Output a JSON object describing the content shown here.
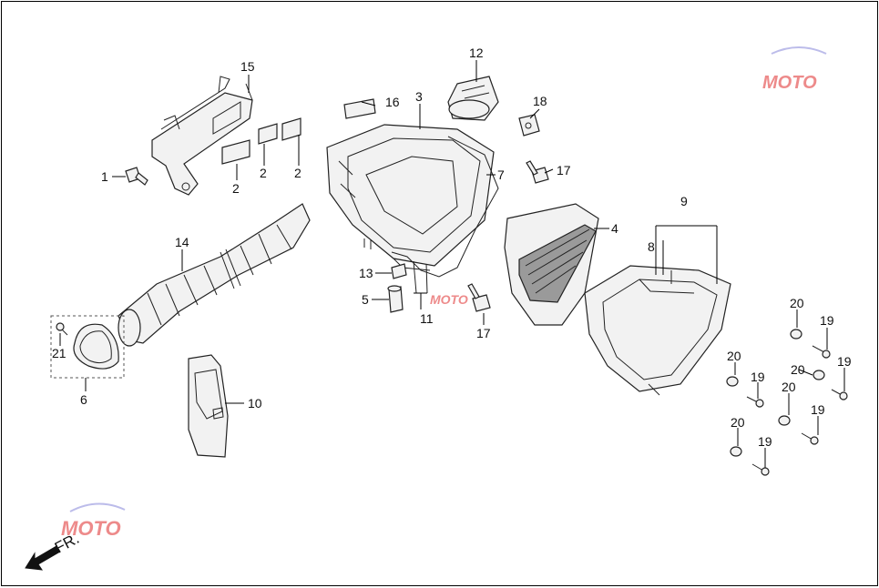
{
  "labels": {
    "p1": "1",
    "p2a": "2",
    "p2b": "2",
    "p2c": "2",
    "p3": "3",
    "p4": "4",
    "p5": "5",
    "p6": "6",
    "p7": "7",
    "p8": "8",
    "p9": "9",
    "p10": "10",
    "p11": "11",
    "p12": "12",
    "p13": "13",
    "p14": "14",
    "p15": "15",
    "p16": "16",
    "p17a": "17",
    "p17b": "17",
    "p18": "18",
    "p19a": "19",
    "p19b": "19",
    "p19c": "19",
    "p19d": "19",
    "p19e": "19",
    "p20a": "20",
    "p20b": "20",
    "p20c": "20",
    "p20d": "20",
    "p20e": "20",
    "p21": "21"
  },
  "direction_marker": "FR.",
  "watermark": {
    "logo_text": "MOTO",
    "color": "#e02b2b"
  },
  "colors": {
    "line": "#222222",
    "part_fill": "#f2f2f2",
    "filter_fill": "#9a9a9a"
  }
}
